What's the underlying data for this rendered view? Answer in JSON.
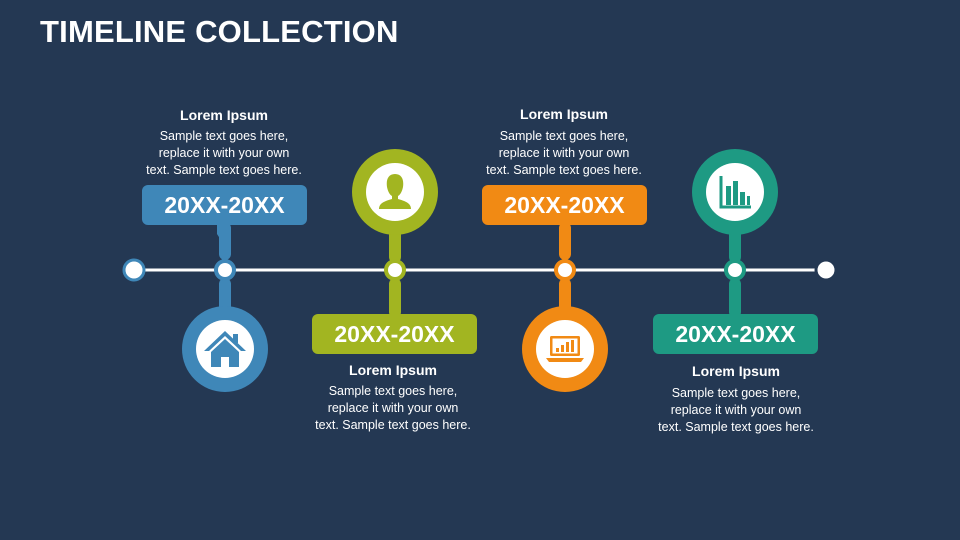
{
  "title": "TIMELINE COLLECTION",
  "colors": {
    "background": "#243853",
    "blue": "#3f87b8",
    "green": "#a2b521",
    "orange": "#f18a14",
    "teal": "#1e9a83",
    "line": "#ffffff"
  },
  "milestones": [
    {
      "date": "20XX-20XX",
      "heading": "Lorem Ipsum",
      "text": [
        "Sample text goes here,",
        "replace it with your own",
        "text. Sample text goes here."
      ],
      "icon": "home-icon",
      "color": "#3f87b8"
    },
    {
      "date": "20XX-20XX",
      "heading": "Lorem Ipsum",
      "text": [
        "Sample text goes here,",
        "replace it with your own",
        "text. Sample text goes here."
      ],
      "icon": "person-icon",
      "color": "#a2b521"
    },
    {
      "date": "20XX-20XX",
      "heading": "Lorem Ipsum",
      "text": [
        "Sample text goes here,",
        "replace it with your own",
        "text. Sample text goes here."
      ],
      "icon": "laptop-chart-icon",
      "color": "#f18a14"
    },
    {
      "date": "20XX-20XX",
      "heading": "Lorem Ipsum",
      "text": [
        "Sample text goes here,",
        "replace it with your own",
        "text. Sample text goes here."
      ],
      "icon": "bar-chart-icon",
      "color": "#1e9a83"
    }
  ]
}
